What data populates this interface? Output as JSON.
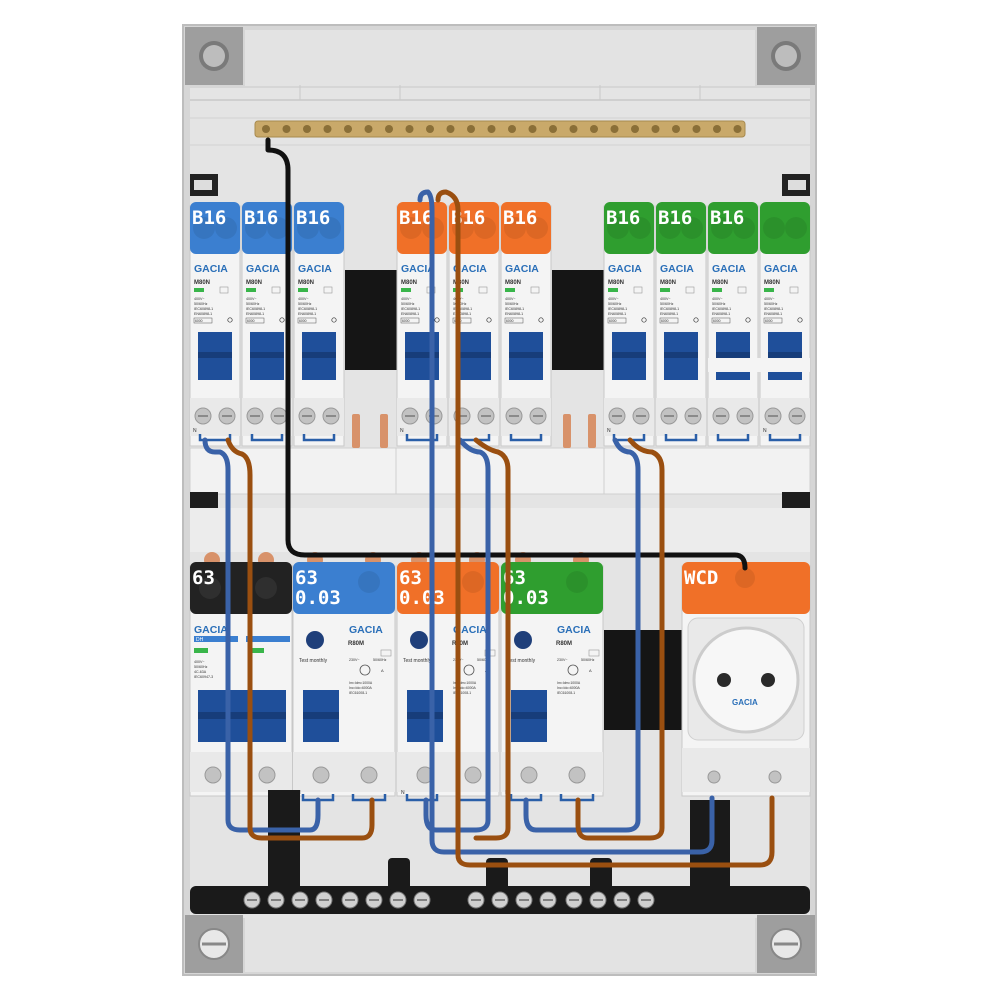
{
  "colors": {
    "blue": "#3b7fd0",
    "orange": "#f07028",
    "green": "#2f9e2f",
    "black": "#222222",
    "toggle": "#1f4f9a",
    "enclosure": "#d9d9d9",
    "brass": "#c9a96a",
    "wire_blue": "#3a62a8",
    "wire_brown": "#9a4f10",
    "bus_copper": "#d8926a"
  },
  "brand": "GACIA",
  "mcb": {
    "rating_label": "B16",
    "model": "M80N",
    "voltage": "400V~",
    "frequency": "50/60Hz",
    "standard_1": "IEC60898-1",
    "standard_2": "EN60898-1",
    "breaking_capacity": "6000"
  },
  "rcd": {
    "rating": "63",
    "sensitivity": "0.03",
    "model": "R80M",
    "test_text": "Test monthly",
    "voltage": "230V~",
    "frequency": "50/60Hz",
    "spec_1": "Im=Idm=1000A",
    "spec_2": "Inc=Idc=6000A",
    "standard": "IEC61008-1",
    "type": "A"
  },
  "isolator": {
    "rating": "63",
    "model": "DH",
    "voltage": "400V~",
    "frequency": "50/60Hz",
    "current": "4C-63A",
    "standard": "IEC60947-3"
  },
  "socket": {
    "label": "WCD"
  },
  "terminal_label": "N"
}
